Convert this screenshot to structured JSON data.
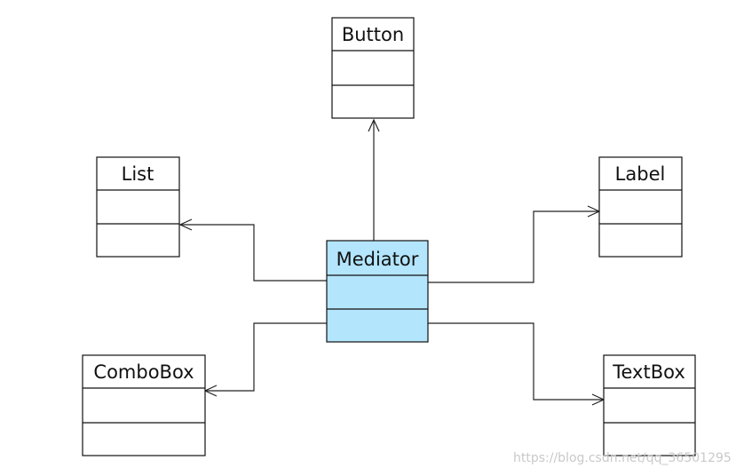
{
  "classes": {
    "button": {
      "name": "Button"
    },
    "list": {
      "name": "List"
    },
    "label": {
      "name": "Label"
    },
    "mediator": {
      "name": "Mediator",
      "fill": "#b3e5fc"
    },
    "combobox": {
      "name": "ComboBox"
    },
    "textbox": {
      "name": "TextBox"
    }
  },
  "watermark": "https://blog.csdn.net/qq_36501295"
}
